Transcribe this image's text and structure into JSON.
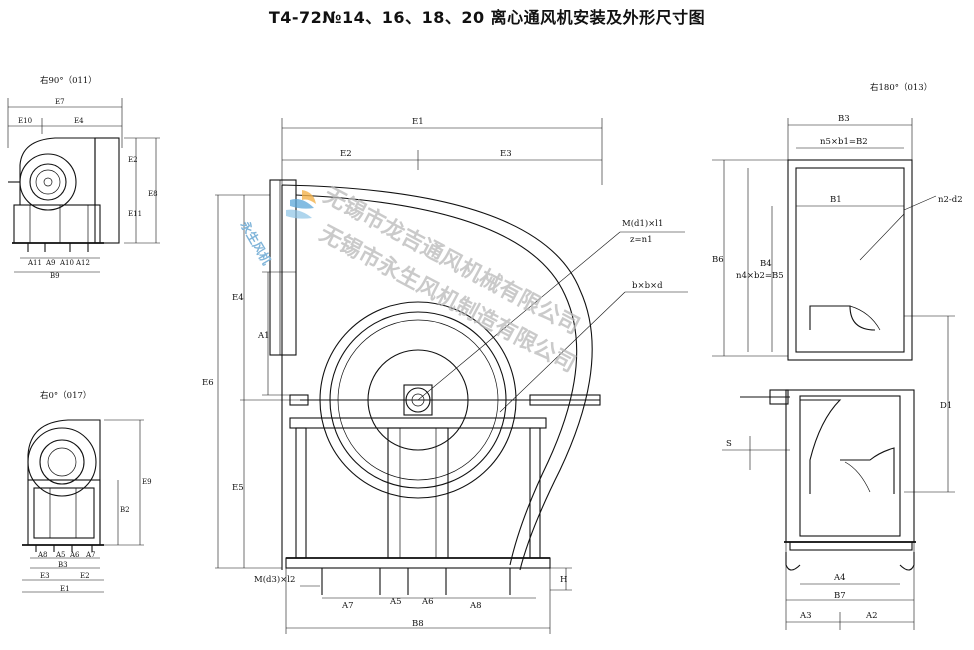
{
  "title": "T4-72№14、16、18、20 离心通风机安装及外形尺寸图",
  "views": {
    "right90": "右90°（011）",
    "right0": "右0°（017）",
    "right180": "右180°（013）"
  },
  "labels": {
    "E1": "E1",
    "E2": "E2",
    "E3": "E3",
    "E4": "E4",
    "E5": "E5",
    "E6": "E6",
    "E7": "E7",
    "E8": "E8",
    "E9": "E9",
    "E10": "E10",
    "E11": "E11",
    "A1": "A1",
    "A2": "A2",
    "A3": "A3",
    "A4": "A4",
    "A5": "A5",
    "A6": "A6",
    "A7": "A7",
    "A8": "A8",
    "A9": "A9",
    "A10": "A10",
    "A11": "A11",
    "A12": "A12",
    "B1": "B1",
    "B2": "B2",
    "B3": "B3",
    "B4": "B4",
    "B5": "B5",
    "B6": "B6",
    "B7": "B7",
    "B8": "B8",
    "B9": "B9",
    "D1": "D1",
    "S": "S",
    "H": "H",
    "M_d1": "M(d1)×l1",
    "z_n1": "z=n1",
    "bxbxd": "b×b×d",
    "M_d3": "M(d3)×l2",
    "n5b1": "n5×b1=B2",
    "n4b2": "n4×b2=B5",
    "n2d2": "n2-d2"
  },
  "watermark": {
    "line1": "无锡市龙吉通风机械有限公司",
    "line2": "无锡市永生风机制造有限公司",
    "logo": "永生风机"
  }
}
